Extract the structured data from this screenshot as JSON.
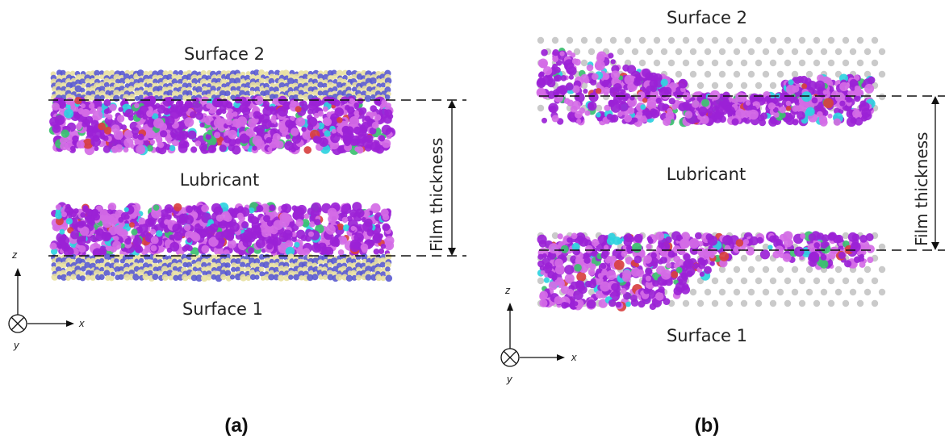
{
  "panel_a": {
    "surface_top": "Surface 2",
    "lubricant": "Lubricant",
    "surface_bottom": "Surface 1",
    "film_label": "Film thickness",
    "axes": {
      "z": "z",
      "x": "x",
      "y": "y"
    },
    "caption": "(a)"
  },
  "panel_b": {
    "surface_top": "Surface 2",
    "lubricant": "Lubricant",
    "surface_bottom": "Surface 1",
    "film_label": "Film thickness",
    "axes": {
      "z": "z",
      "x": "x",
      "y": "y"
    },
    "caption": "(b)"
  },
  "colors": {
    "lubricant_main": "#9b22d6",
    "lubricant_light": "#d46be6",
    "surface_blue": "#5a5ad0",
    "surface_yellow": "#e8e0a0",
    "atom_grey": "#b8b8b8",
    "accent_cyan": "#2ed3e0",
    "accent_green": "#3cc070",
    "accent_red": "#d84040"
  }
}
